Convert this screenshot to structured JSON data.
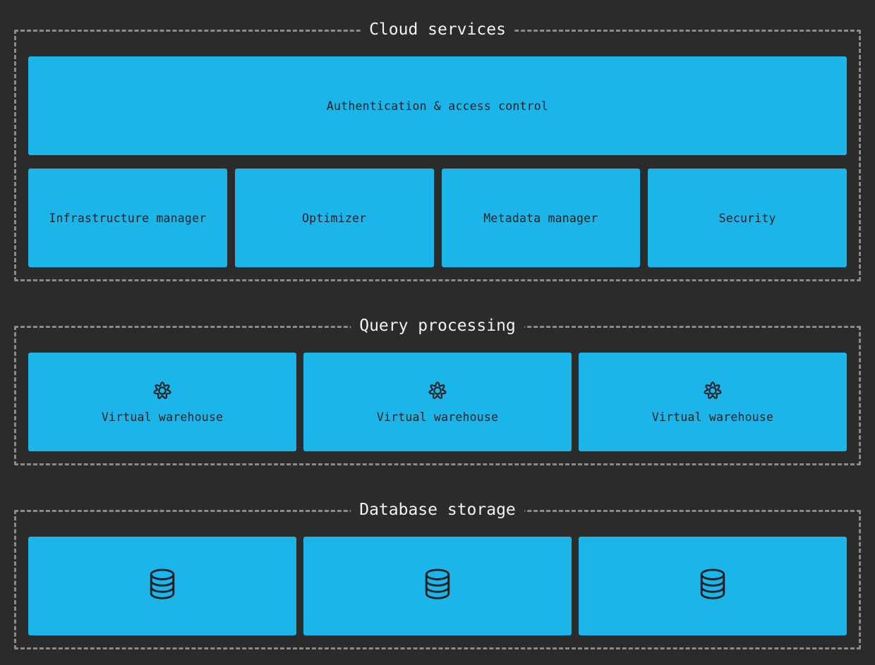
{
  "diagram": {
    "colors": {
      "background": "#2b2b2b",
      "box_fill": "#1bb5e9",
      "dashed_border": "#8a8a8a",
      "title_text": "#f2f2f2",
      "box_text": "#1f2122"
    },
    "sections": [
      {
        "title": "Cloud services",
        "wide_box": {
          "label": "Authentication & access control"
        },
        "boxes": [
          {
            "label": "Infrastructure manager"
          },
          {
            "label": "Optimizer"
          },
          {
            "label": "Metadata manager"
          },
          {
            "label": "Security"
          }
        ]
      },
      {
        "title": "Query processing",
        "boxes": [
          {
            "label": "Virtual warehouse",
            "icon": "gear-icon"
          },
          {
            "label": "Virtual warehouse",
            "icon": "gear-icon"
          },
          {
            "label": "Virtual warehouse",
            "icon": "gear-icon"
          }
        ]
      },
      {
        "title": "Database storage",
        "boxes": [
          {
            "icon": "database-icon"
          },
          {
            "icon": "database-icon"
          },
          {
            "icon": "database-icon"
          }
        ]
      }
    ]
  }
}
